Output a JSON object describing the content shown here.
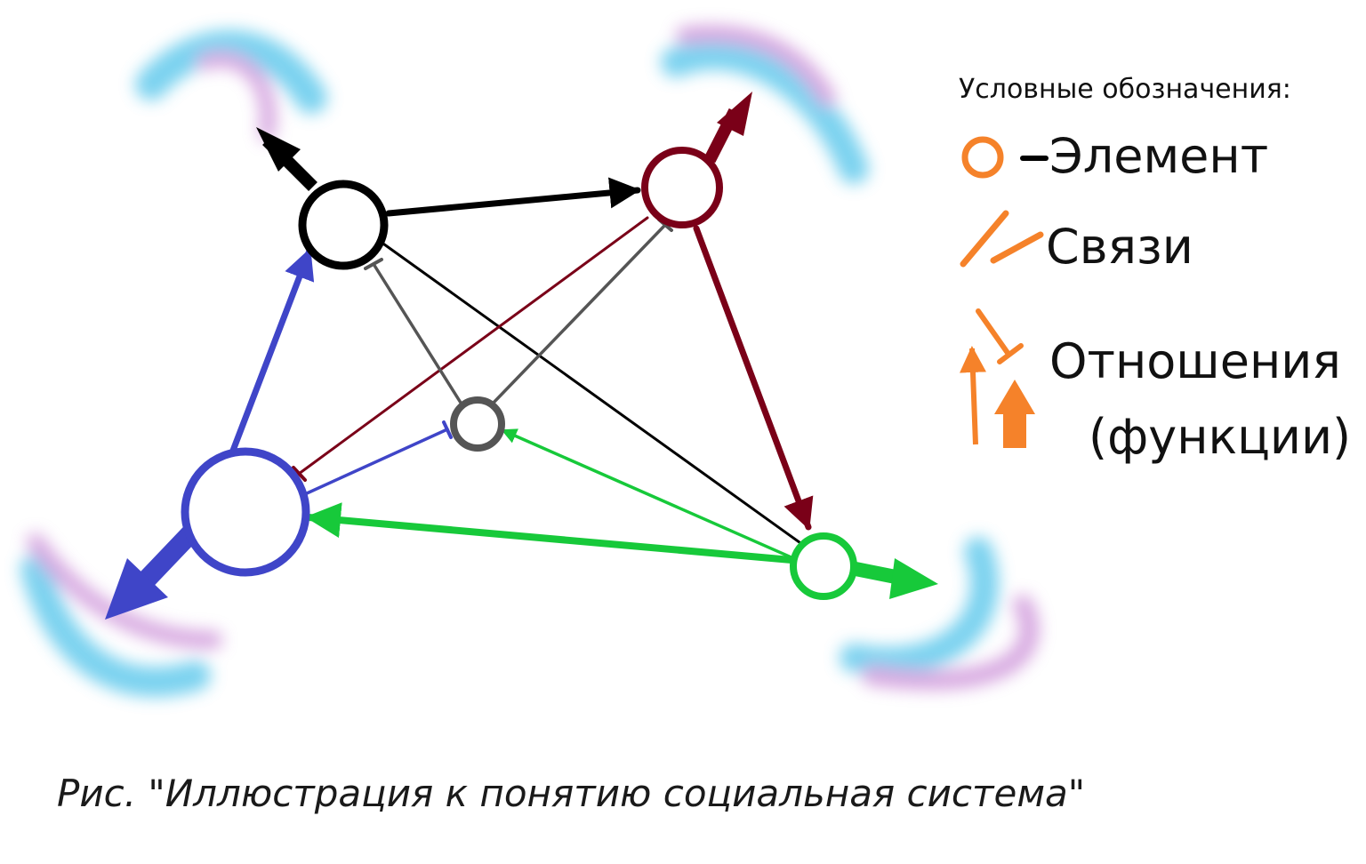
{
  "legend": {
    "title": "Условные обозначения:",
    "items": [
      {
        "symbol": "circle-icon",
        "label": "Элемент"
      },
      {
        "symbol": "link-lines-icon",
        "label": "Связи"
      },
      {
        "symbol": "relation-arrows-icon",
        "label": "Отношения",
        "label2": "(функции)"
      }
    ],
    "color": "#f5822a"
  },
  "caption": "Рис. \"Иллюстрация к понятию социальная система\"",
  "colors": {
    "black": "#000000",
    "crimson": "#7a0018",
    "gray": "#555555",
    "blue": "#3f45c8",
    "green": "#17c93a",
    "legend_orange": "#f5822a"
  }
}
